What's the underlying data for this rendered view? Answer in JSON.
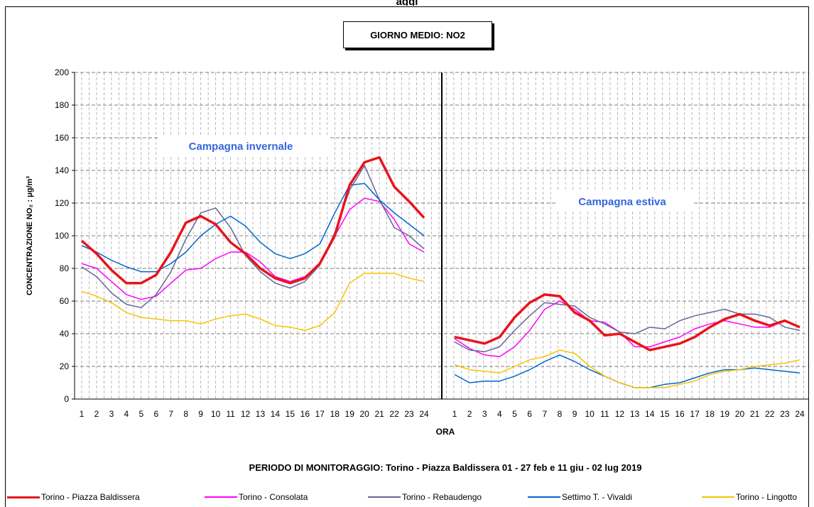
{
  "page": {
    "top_text": "aggi"
  },
  "chart_data": {
    "type": "line",
    "title": "GIORNO MEDIO: NO2",
    "xlabel": "ORA",
    "ylabel": "CONCENTRAZIONE NO₂ :  μg/m³",
    "footer": "PERIODO DI MONITORAGGIO: Torino - Piazza Baldissera 01 - 27 feb e 11 giu - 02 lug 2019",
    "ylim": [
      0,
      200
    ],
    "yticks": [
      0,
      20,
      40,
      60,
      80,
      100,
      120,
      140,
      160,
      180,
      200
    ],
    "grid": true,
    "legend_position": "bottom",
    "hours": [
      1,
      2,
      3,
      4,
      5,
      6,
      7,
      8,
      9,
      10,
      11,
      12,
      13,
      14,
      15,
      16,
      17,
      18,
      19,
      20,
      21,
      22,
      23,
      24
    ],
    "annotations": {
      "winter": "Campagna invernale",
      "summer": "Campagna estiva"
    },
    "series": [
      {
        "name": "Torino - Piazza Baldissera",
        "color": "#e8141c",
        "width": 3.5,
        "winter": [
          97,
          89,
          79,
          71,
          71,
          76,
          90,
          108,
          112,
          107,
          96,
          89,
          80,
          74,
          71,
          74,
          83,
          100,
          131,
          145,
          148,
          130,
          121,
          111
        ],
        "summer": [
          38,
          36,
          34,
          38,
          50,
          59,
          64,
          63,
          53,
          48,
          39,
          40,
          35,
          30,
          32,
          34,
          38,
          44,
          49,
          52,
          48,
          45,
          48,
          44
        ]
      },
      {
        "name": "Torino - Consolata",
        "color": "#ff00ff",
        "width": 1.5,
        "winter": [
          83,
          80,
          72,
          64,
          61,
          63,
          71,
          79,
          80,
          86,
          90,
          90,
          84,
          75,
          72,
          75,
          83,
          100,
          116,
          123,
          121,
          110,
          95,
          90
        ],
        "summer": [
          37,
          31,
          27,
          26,
          32,
          42,
          55,
          60,
          55,
          48,
          47,
          41,
          32,
          32,
          35,
          38,
          43,
          46,
          48,
          46,
          44,
          44,
          48,
          44
        ]
      },
      {
        "name": "Torino - Rebaudengo",
        "color": "#666699",
        "width": 1.5,
        "winter": [
          81,
          75,
          65,
          58,
          56,
          64,
          78,
          98,
          114,
          117,
          105,
          88,
          78,
          71,
          68,
          72,
          82,
          102,
          128,
          143,
          122,
          105,
          100,
          92
        ],
        "summer": [
          35,
          30,
          29,
          32,
          42,
          51,
          59,
          58,
          57,
          50,
          46,
          41,
          40,
          44,
          43,
          48,
          51,
          53,
          55,
          52,
          52,
          50,
          44,
          42
        ]
      },
      {
        "name": "Settimo T. - Vivaldi",
        "color": "#0066cc",
        "width": 1.5,
        "winter": [
          94,
          90,
          85,
          81,
          78,
          78,
          83,
          90,
          100,
          107,
          112,
          106,
          96,
          89,
          86,
          89,
          95,
          114,
          131,
          132,
          122,
          114,
          107,
          100
        ],
        "summer": [
          15,
          10,
          11,
          11,
          14,
          18,
          23,
          27,
          23,
          18,
          14,
          10,
          7,
          7,
          9,
          10,
          13,
          16,
          18,
          18,
          19,
          18,
          17,
          16
        ]
      },
      {
        "name": "Torino - Lingotto",
        "color": "#f5c400",
        "width": 1.5,
        "winter": [
          66,
          63,
          59,
          53,
          50,
          49,
          48,
          48,
          46,
          49,
          51,
          52,
          49,
          45,
          44,
          42,
          45,
          53,
          71,
          77,
          77,
          77,
          74,
          72
        ],
        "summer": [
          21,
          18,
          17,
          16,
          20,
          24,
          26,
          30,
          28,
          20,
          14,
          10,
          7,
          7,
          7,
          9,
          11,
          15,
          17,
          18,
          20,
          21,
          22,
          24
        ]
      }
    ]
  }
}
